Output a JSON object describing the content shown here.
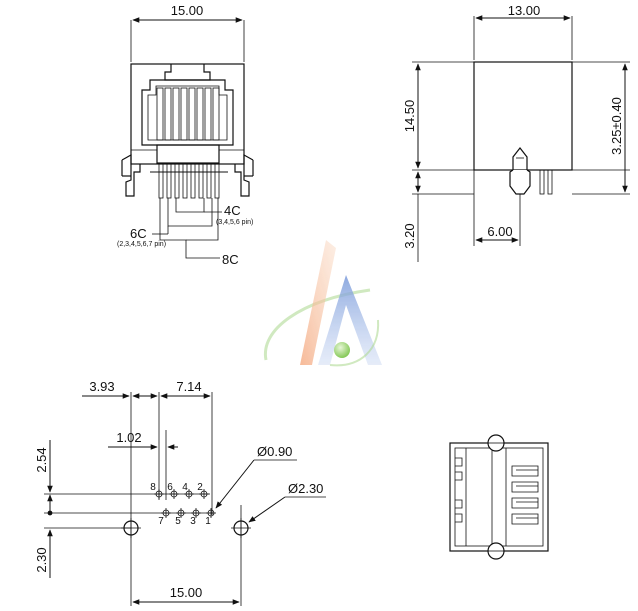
{
  "front_view": {
    "width_dim": "15.00",
    "callout_4c": {
      "label": "4C",
      "note": "(3,4,5,6 pin)"
    },
    "callout_6c": {
      "label": "6C",
      "note": "(2,3,4,5,6,7 pin)"
    },
    "callout_8c": {
      "label": "8C"
    }
  },
  "side_view": {
    "width_dim": "13.00",
    "height_dim": "14.50",
    "pin_offset_dim": "3.25±0.40",
    "pin_length_dim": "3.20",
    "post_dim": "6.00"
  },
  "pcb_layout": {
    "dim_3_93": "3.93",
    "dim_7_14": "7.14",
    "dim_1_02": "1.02",
    "dim_2_54": "2.54",
    "dim_2_30": "2.30",
    "dim_15_00": "15.00",
    "hole_small": "Ø0.90",
    "hole_large": "Ø2.30",
    "pins_top": [
      "8",
      "6",
      "4",
      "2"
    ],
    "pins_bottom": [
      "7",
      "5",
      "3",
      "1"
    ]
  }
}
